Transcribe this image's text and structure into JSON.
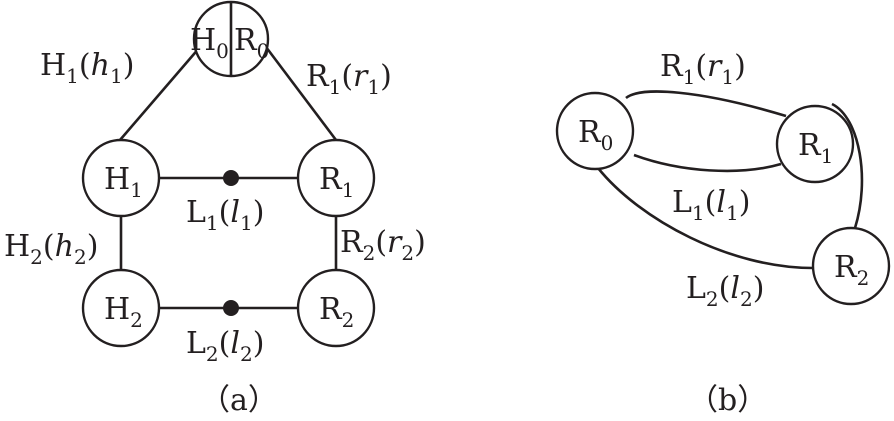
{
  "diagram_a": {
    "caption": "（a）",
    "nodes": {
      "h0r0": {
        "left": "H",
        "left_sub": "0",
        "right": "R",
        "right_sub": "0"
      },
      "h1": {
        "base": "H",
        "sub": "1"
      },
      "r1": {
        "base": "R",
        "sub": "1"
      },
      "h2": {
        "base": "H",
        "sub": "2"
      },
      "r2": {
        "base": "R",
        "sub": "2"
      }
    },
    "edges": {
      "h1_label": {
        "base": "H",
        "sub": "1",
        "var": "h",
        "var_sub": "1"
      },
      "r1_label": {
        "base": "R",
        "sub": "1",
        "var": "r",
        "var_sub": "1"
      },
      "l1_label": {
        "base": "L",
        "sub": "1",
        "var": "l",
        "var_sub": "1"
      },
      "h2_label": {
        "base": "H",
        "sub": "2",
        "var": "h",
        "var_sub": "2"
      },
      "r2_label": {
        "base": "R",
        "sub": "2",
        "var": "r",
        "var_sub": "2"
      },
      "l2_label": {
        "base": "L",
        "sub": "2",
        "var": "l",
        "var_sub": "2"
      }
    }
  },
  "diagram_b": {
    "caption": "（b）",
    "nodes": {
      "r0": {
        "base": "R",
        "sub": "0"
      },
      "r1": {
        "base": "R",
        "sub": "1"
      },
      "r2": {
        "base": "R",
        "sub": "2"
      }
    },
    "edges": {
      "r1_label": {
        "base": "R",
        "sub": "1",
        "var": "r",
        "var_sub": "1"
      },
      "l1_label": {
        "base": "L",
        "sub": "1",
        "var": "l",
        "var_sub": "1"
      },
      "l2_label": {
        "base": "L",
        "sub": "2",
        "var": "l",
        "var_sub": "2"
      }
    }
  },
  "colors": {
    "stroke": "#231f20",
    "background": "#ffffff"
  }
}
